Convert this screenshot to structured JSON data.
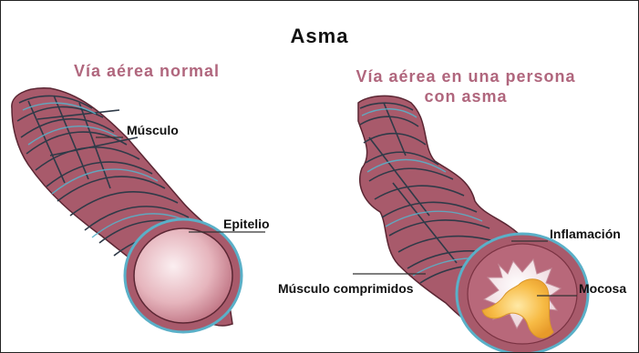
{
  "title": "Asma",
  "captions": {
    "normal": "Vía aérea normal",
    "asthma_line1": "Vía aérea en una persona",
    "asthma_line2": "con asma"
  },
  "labels": {
    "muscle": "Músculo",
    "epithelium": "Epitelio",
    "inflammation": "Inflamación",
    "compressed_muscle": "Músculo comprimidos",
    "mucosa": "Mocosa"
  },
  "colors": {
    "tissue": "#a85a6b",
    "tissue_dark": "#6e2d3b",
    "muscle_band": "#2f3a48",
    "epithelium": "#5ab0c8",
    "lumen": "#efc9cf",
    "mucus": "#f4b43c",
    "caption": "#b0667d"
  }
}
